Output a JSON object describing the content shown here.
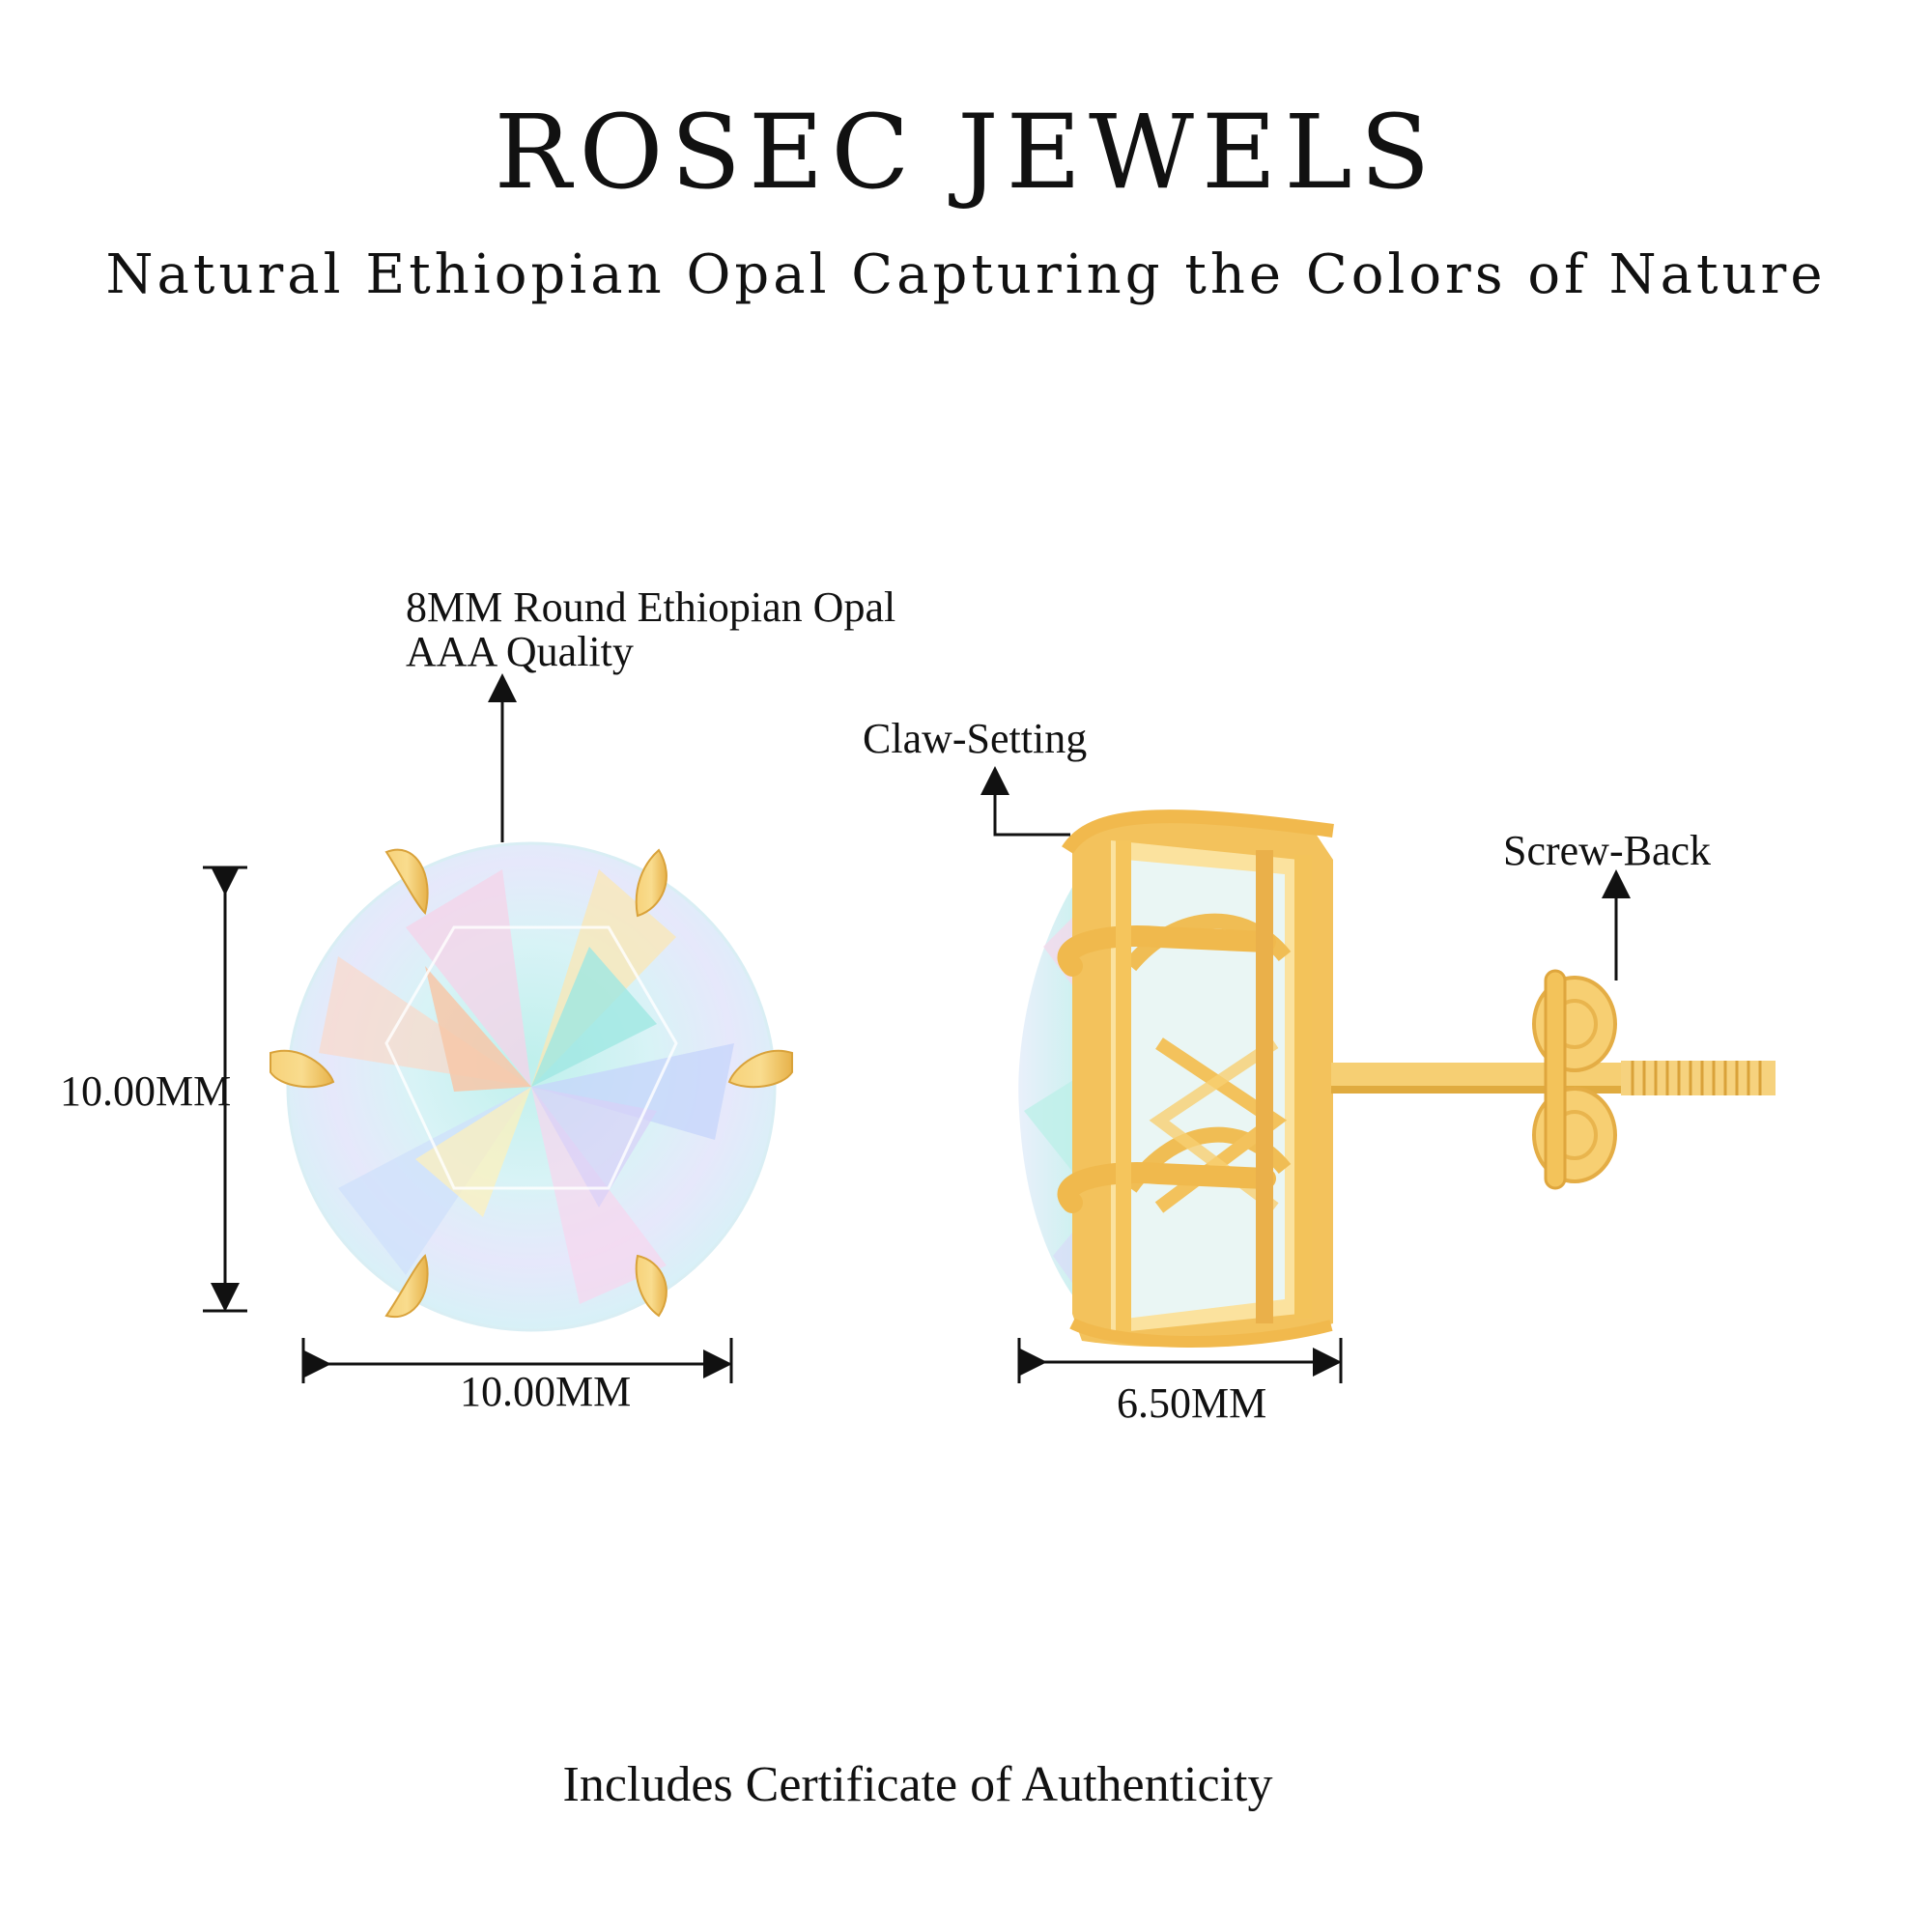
{
  "header": {
    "brand": "ROSEC JEWELS",
    "tagline": "Natural Ethiopian Opal Capturing the Colors of Nature"
  },
  "callouts": {
    "stone_line1": "8MM Round Ethiopian Opal",
    "stone_line2": "AAA Quality",
    "setting": "Claw-Setting",
    "back": "Screw-Back"
  },
  "dimensions": {
    "front_height": "10.00MM",
    "front_width": "10.00MM",
    "side_width": "6.50MM"
  },
  "footer": {
    "certificate": "Includes Certificate of Authenticity"
  },
  "colors": {
    "gold": "#f5c96a",
    "gold_dark": "#e0ab3f",
    "opal_base": "#cfeff2",
    "line": "#111111"
  }
}
